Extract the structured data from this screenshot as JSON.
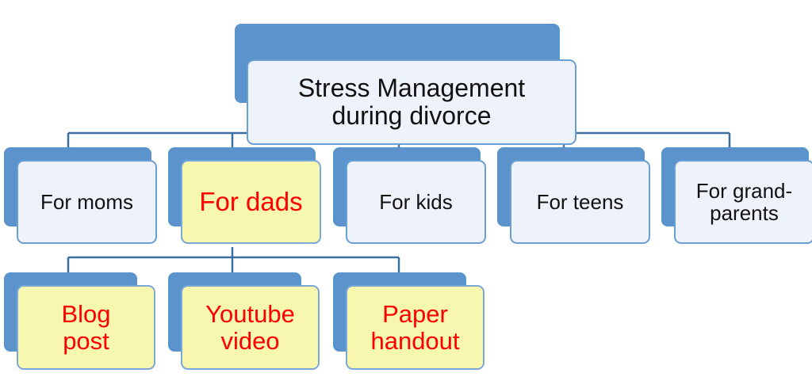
{
  "diagram": {
    "root": {
      "label": "Stress Management\nduring divorce"
    },
    "audiences": [
      {
        "label": "For moms",
        "highlighted": false
      },
      {
        "label": "For dads",
        "highlighted": true
      },
      {
        "label": "For kids",
        "highlighted": false
      },
      {
        "label": "For teens",
        "highlighted": false
      },
      {
        "label": "For grand-\nparents",
        "highlighted": false
      }
    ],
    "formats": [
      {
        "label": "Blog\npost",
        "highlighted": true
      },
      {
        "label": "Youtube\nvideo",
        "highlighted": true
      },
      {
        "label": "Paper\nhandout",
        "highlighted": true
      }
    ]
  },
  "colors": {
    "node_back": "#5b93cd",
    "node_border": "#6a9fd6",
    "node_fill": "#eef3fb",
    "highlight_fill": "#f7f7b0",
    "highlight_text": "#ff0000",
    "connector": "#3d6f9e"
  }
}
